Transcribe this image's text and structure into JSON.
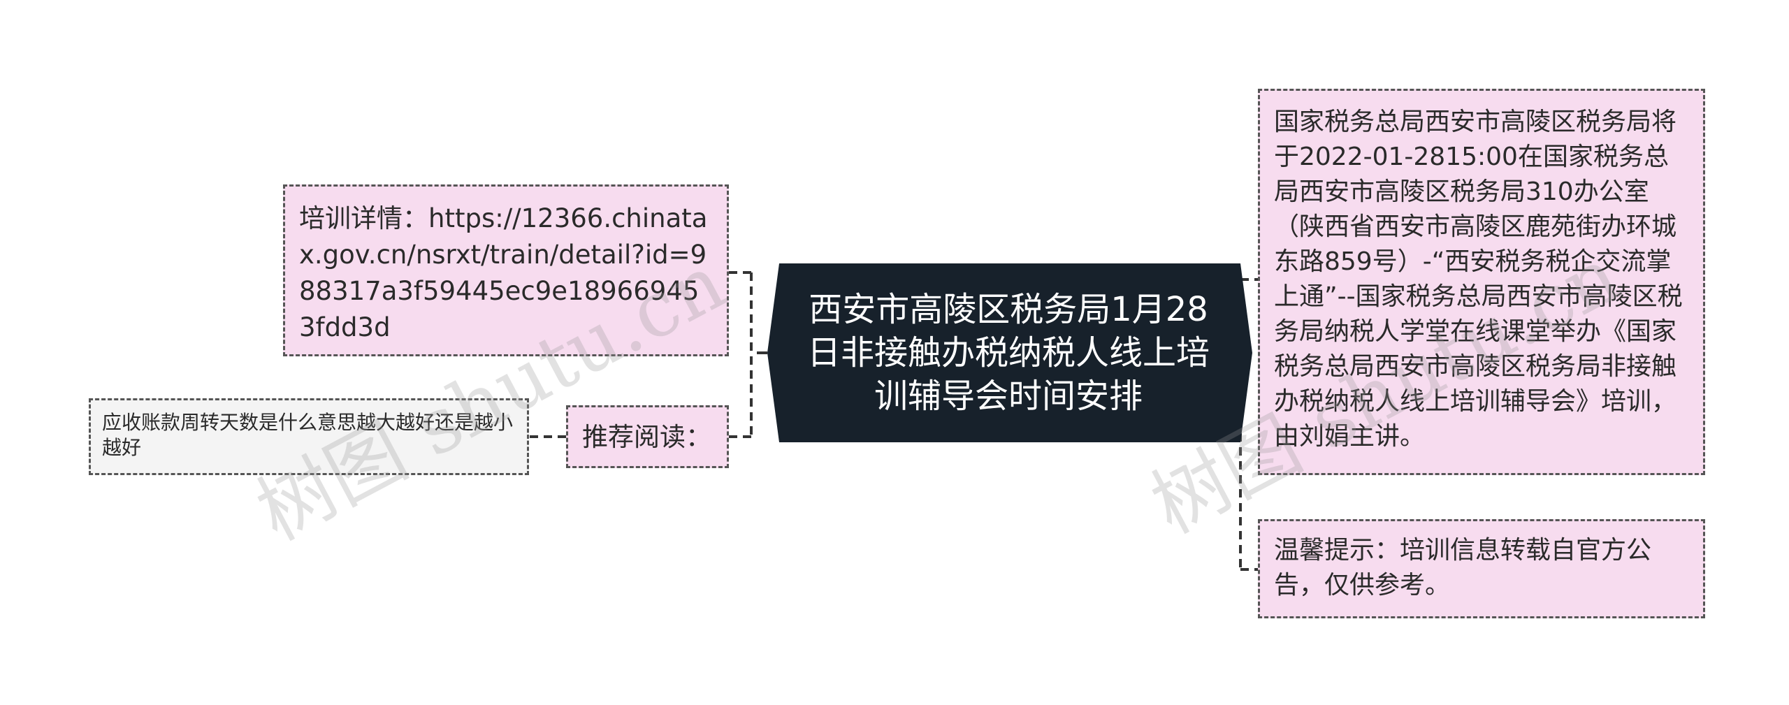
{
  "central_topic": "西安市高陵区税务局1月28日非接触办税纳税人线上培训辅导会时间安排",
  "left_branches": {
    "details": "培训详情：https://12366.chinatax.gov.cn/nsrxt/train/detail?id=988317a3f59445ec9e189669453fdd3d",
    "recommend": {
      "label": "推荐阅读：",
      "article": "应收账款周转天数是什么意思越大越好还是越小越好"
    }
  },
  "right_branches": {
    "notice": "国家税务总局西安市高陵区税务局将于2022-01-2815:00在国家税务总局西安市高陵区税务局310办公室（陕西省西安市高陵区鹿苑街办环城东路859号）-“西安税务税企交流掌上通”--国家税务总局西安市高陵区税务局纳税人学堂在线课堂举办《国家税务总局西安市高陵区税务局非接触办税纳税人线上培训辅导会》培训，由刘娟主讲。",
    "tip": "温馨提示：培训信息转载自官方公告，仅供参考。"
  },
  "watermark": "树图 shutu.cn",
  "colors": {
    "central_fill": "#17212b",
    "node_fill": "#f7dcef",
    "article_fill": "#f4f4f4",
    "border": "#555555"
  }
}
